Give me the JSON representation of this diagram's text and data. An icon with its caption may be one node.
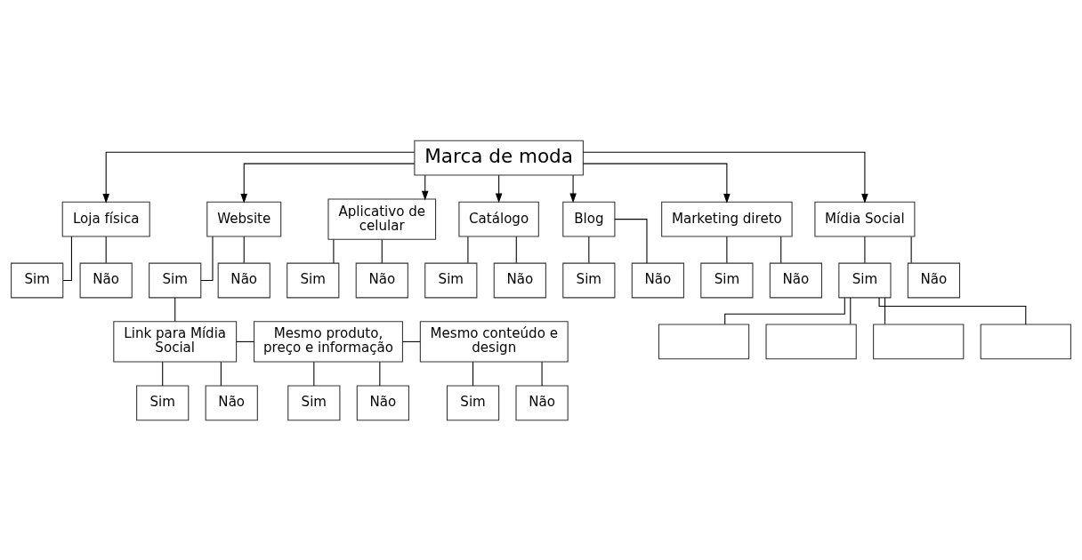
{
  "diagram": {
    "nodes": [
      {
        "text": [
          "Marca de moda"
        ]
      },
      {
        "text": [
          "Loja física"
        ]
      },
      {
        "text": [
          "Sim"
        ]
      },
      {
        "text": [
          "Não"
        ]
      },
      {
        "text": [
          "Website"
        ]
      },
      {
        "text": [
          "Sim"
        ]
      },
      {
        "text": [
          "Não"
        ]
      },
      {
        "text": [
          "Link para Mídia Social"
        ]
      },
      {
        "text": [
          "Sim"
        ]
      },
      {
        "text": [
          "Não"
        ]
      },
      {
        "text": [
          "Aplicativo de celular"
        ]
      },
      {
        "text": [
          "Sim"
        ]
      },
      {
        "text": [
          "Não"
        ]
      },
      {
        "text": [
          "Mesmo produto, preço e informação"
        ]
      },
      {
        "text": [
          "Sim"
        ]
      },
      {
        "text": [
          "Não"
        ]
      },
      {
        "text": [
          "Catálogo"
        ]
      },
      {
        "text": [
          "Sim"
        ]
      },
      {
        "text": [
          "Não"
        ]
      },
      {
        "text": [
          "Mesmo conteúdo e design"
        ]
      },
      {
        "text": [
          "Sim"
        ]
      },
      {
        "text": [
          "Não"
        ]
      },
      {
        "text": [
          "Blog"
        ]
      },
      {
        "text": [
          "Sim"
        ]
      },
      {
        "text": [
          "Não"
        ]
      },
      {
        "text": [
          "Marketing direto"
        ]
      },
      {
        "text": [
          "Sim"
        ]
      },
      {
        "text": [
          "Não"
        ]
      },
      {
        "text": [
          "Mídia Social"
        ]
      },
      {
        "text": [
          "Sim"
        ]
      },
      {
        "text": [
          "Não"
        ]
      },
      {
        "text": [],
        "shape": "box"
      },
      {
        "text": [],
        "shape": "box"
      },
      {
        "text": [],
        "shape": "box"
      },
      {
        "text": [],
        "shape": "box"
      }
    ],
    "edges": [
      {
        "from": 0,
        "to": 1,
        "arrow": "to"
      },
      {
        "from": 0,
        "to": 4,
        "arrow": "to"
      },
      {
        "from": 0,
        "to": 10,
        "arrow": "to"
      },
      {
        "from": 0,
        "to": 16,
        "arrow": "to"
      },
      {
        "from": 0,
        "to": 22,
        "arrow": "to"
      },
      {
        "from": 0,
        "to": 25,
        "arrow": "to"
      },
      {
        "from": 0,
        "to": 28,
        "arrow": "to"
      },
      {
        "from": 1,
        "to": 2,
        "arrow": "none"
      },
      {
        "from": 1,
        "to": 3,
        "arrow": "none"
      },
      {
        "from": 4,
        "to": 5,
        "arrow": "none"
      },
      {
        "from": 4,
        "to": 6,
        "arrow": "none"
      },
      {
        "from": 5,
        "to": 7,
        "arrow": "none"
      },
      {
        "from": 7,
        "to": 8,
        "arrow": "none"
      },
      {
        "from": 7,
        "to": 9,
        "arrow": "none"
      },
      {
        "from": 7,
        "to": 13,
        "arrow": "none"
      },
      {
        "from": 10,
        "to": 11,
        "arrow": "none"
      },
      {
        "from": 10,
        "to": 12,
        "arrow": "none"
      },
      {
        "from": 13,
        "to": 14,
        "arrow": "none"
      },
      {
        "from": 13,
        "to": 15,
        "arrow": "none"
      },
      {
        "from": 13,
        "to": 19,
        "arrow": "none"
      },
      {
        "from": 16,
        "to": 17,
        "arrow": "none"
      },
      {
        "from": 16,
        "to": 18,
        "arrow": "none"
      },
      {
        "from": 19,
        "to": 20,
        "arrow": "none"
      },
      {
        "from": 19,
        "to": 21,
        "arrow": "none"
      },
      {
        "from": 22,
        "to": 23,
        "arrow": "none"
      },
      {
        "from": 22,
        "to": 24,
        "arrow": "none"
      },
      {
        "from": 25,
        "to": 26,
        "arrow": "none"
      },
      {
        "from": 25,
        "to": 27,
        "arrow": "none"
      },
      {
        "from": 28,
        "to": 29,
        "arrow": "none"
      },
      {
        "from": 28,
        "to": 30,
        "arrow": "none"
      },
      {
        "from": 29,
        "to": 31,
        "arrow": "none"
      },
      {
        "from": 29,
        "to": 32,
        "arrow": "none"
      },
      {
        "from": 29,
        "to": 33,
        "arrow": "none"
      },
      {
        "from": 29,
        "to": 34,
        "arrow": "none"
      }
    ]
  }
}
